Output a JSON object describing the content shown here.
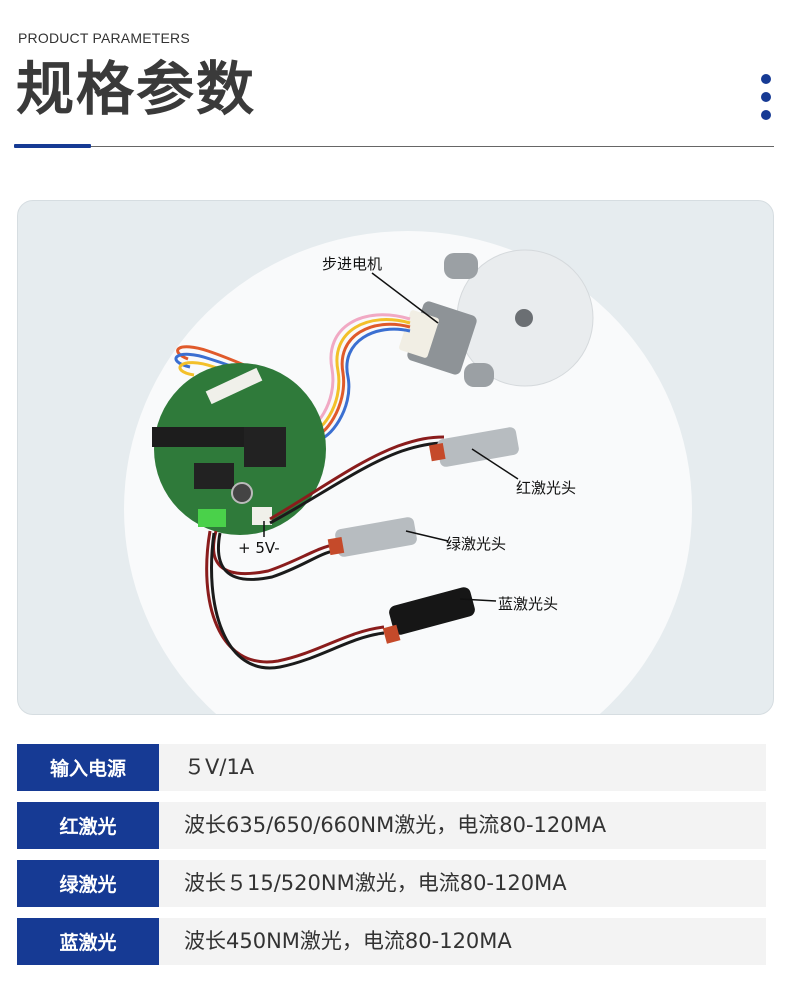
{
  "header": {
    "subtitle": "PRODUCT PARAMETERS",
    "title": "规格参数"
  },
  "photo": {
    "labels": {
      "stepper_motor": "步进电机",
      "red_laser_head": "红激光头",
      "green_laser_head": "绿激光头",
      "blue_laser_head": "蓝激光头",
      "power_terminal": "+ 5V-"
    }
  },
  "specs": [
    {
      "key": "输入电源",
      "value": "５V/1A"
    },
    {
      "key": "红激光",
      "value": "波长635/650/660NM激光，电流80-120MA"
    },
    {
      "key": "绿激光",
      "value": "波长５15/520NM激光，电流80-120MA"
    },
    {
      "key": "蓝激光",
      "value": "波长450NM激光，电流80-120MA"
    }
  ],
  "colors": {
    "accent": "#163a94",
    "row_bg": "#f3f3f3",
    "title": "#3a3a3a"
  }
}
